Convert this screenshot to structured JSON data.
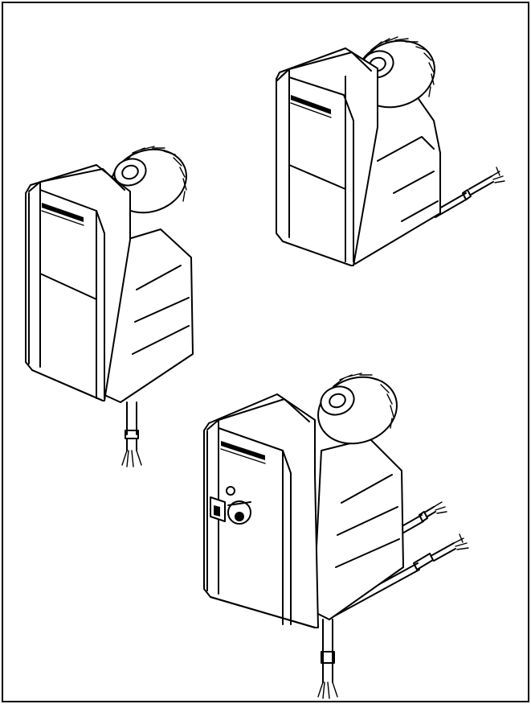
{
  "figure": {
    "background": "#ffffff",
    "line_color": "#000000",
    "items": [
      {
        "name": "actuator-top-right",
        "features": [
          "nameplate",
          "knurled-knob",
          "cable-right"
        ]
      },
      {
        "name": "actuator-left",
        "features": [
          "nameplate",
          "knurled-knob",
          "cable-bottom"
        ]
      },
      {
        "name": "actuator-bottom",
        "features": [
          "nameplate",
          "knurled-knob",
          "switch-panel",
          "two-cables-right",
          "cable-bottom"
        ]
      }
    ]
  }
}
